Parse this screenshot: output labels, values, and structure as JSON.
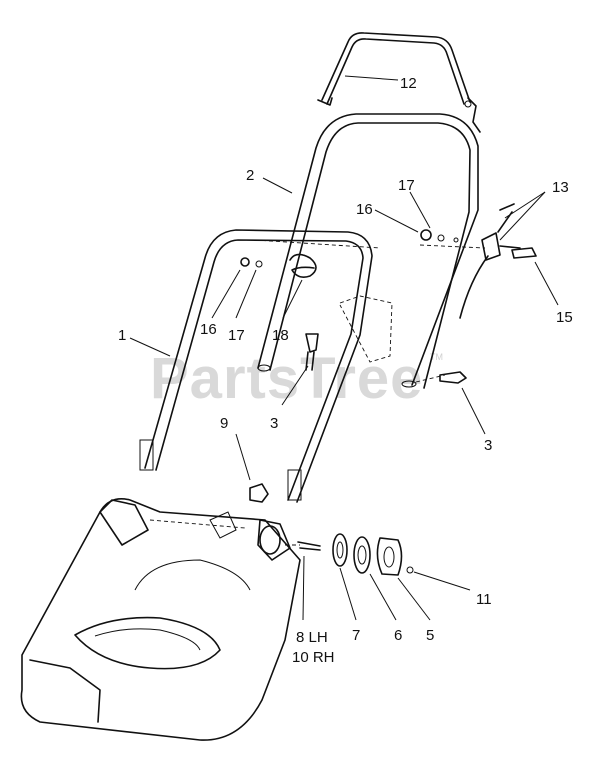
{
  "watermark": {
    "text": "PartsTree",
    "trademark": "TM"
  },
  "callouts": [
    {
      "id": "c12",
      "text": "12"
    },
    {
      "id": "c2",
      "text": "2"
    },
    {
      "id": "c17a",
      "text": "17"
    },
    {
      "id": "c13",
      "text": "13"
    },
    {
      "id": "c16a",
      "text": "16"
    },
    {
      "id": "c1",
      "text": "1"
    },
    {
      "id": "c16b",
      "text": "16"
    },
    {
      "id": "c17b",
      "text": "17"
    },
    {
      "id": "c18",
      "text": "18"
    },
    {
      "id": "c15",
      "text": "15"
    },
    {
      "id": "c3a",
      "text": "3"
    },
    {
      "id": "c3b",
      "text": "3"
    },
    {
      "id": "c9",
      "text": "9"
    },
    {
      "id": "c11",
      "text": "11"
    },
    {
      "id": "c7",
      "text": "7"
    },
    {
      "id": "c6",
      "text": "6"
    },
    {
      "id": "c5",
      "text": "5"
    },
    {
      "id": "c8lh",
      "text": "8 LH"
    },
    {
      "id": "c10rh",
      "text": "10 RH"
    }
  ]
}
